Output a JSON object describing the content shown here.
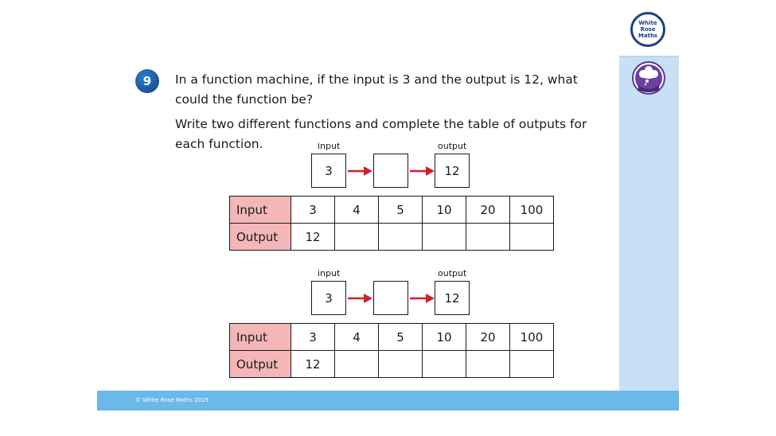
{
  "brand": {
    "logo_lines": [
      "White",
      "Rose",
      "Maths"
    ],
    "footer_text": "© White Rose Maths 2019"
  },
  "question": {
    "number": "9",
    "text_line1": "In a function machine, if the input is 3 and the output is 12, what",
    "text_line2": "could the function be?",
    "text_line3": "Write two different functions and complete the table of outputs for",
    "text_line4": "each function."
  },
  "machines": [
    {
      "input_label": "input",
      "output_label": "output",
      "input_value": "3",
      "function_value": "",
      "output_value": "12"
    },
    {
      "input_label": "input",
      "output_label": "output",
      "input_value": "3",
      "function_value": "",
      "output_value": "12"
    }
  ],
  "tables": [
    {
      "row1_header": "Input",
      "row2_header": "Output",
      "inputs": [
        "3",
        "4",
        "5",
        "10",
        "20",
        "100"
      ],
      "outputs": [
        "12",
        "",
        "",
        "",
        "",
        ""
      ]
    },
    {
      "row1_header": "Input",
      "row2_header": "Output",
      "inputs": [
        "3",
        "4",
        "5",
        "10",
        "20",
        "100"
      ],
      "outputs": [
        "12",
        "",
        "",
        "",
        "",
        ""
      ]
    }
  ],
  "icons": {
    "logo": "white-rose-maths-logo",
    "thinking": "thought-cloud-icon",
    "arrow": "red-arrow-icon"
  },
  "colors": {
    "accent_blue": "#17539b",
    "side_panel": "#c7e0f6",
    "footer": "#6ab9e8",
    "header_cell": "#f4b6b6",
    "arrow_red": "#d0202a"
  }
}
